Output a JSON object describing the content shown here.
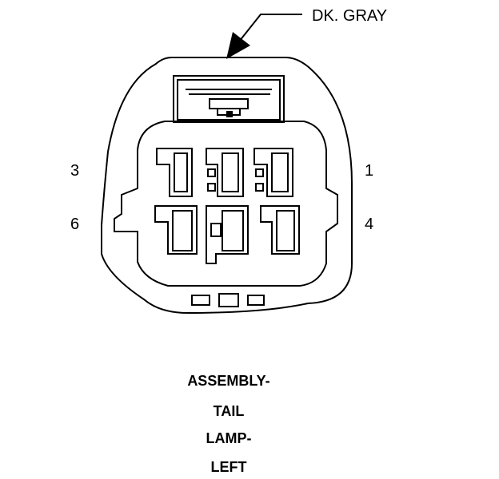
{
  "connector": {
    "wire_color_label": "DK. GRAY",
    "pins": {
      "top_left": "3",
      "top_right": "1",
      "bottom_left": "6",
      "bottom_right": "4"
    }
  },
  "caption": {
    "line1": "ASSEMBLY-",
    "line2": "TAIL",
    "line3": "LAMP-",
    "line4": "LEFT"
  }
}
